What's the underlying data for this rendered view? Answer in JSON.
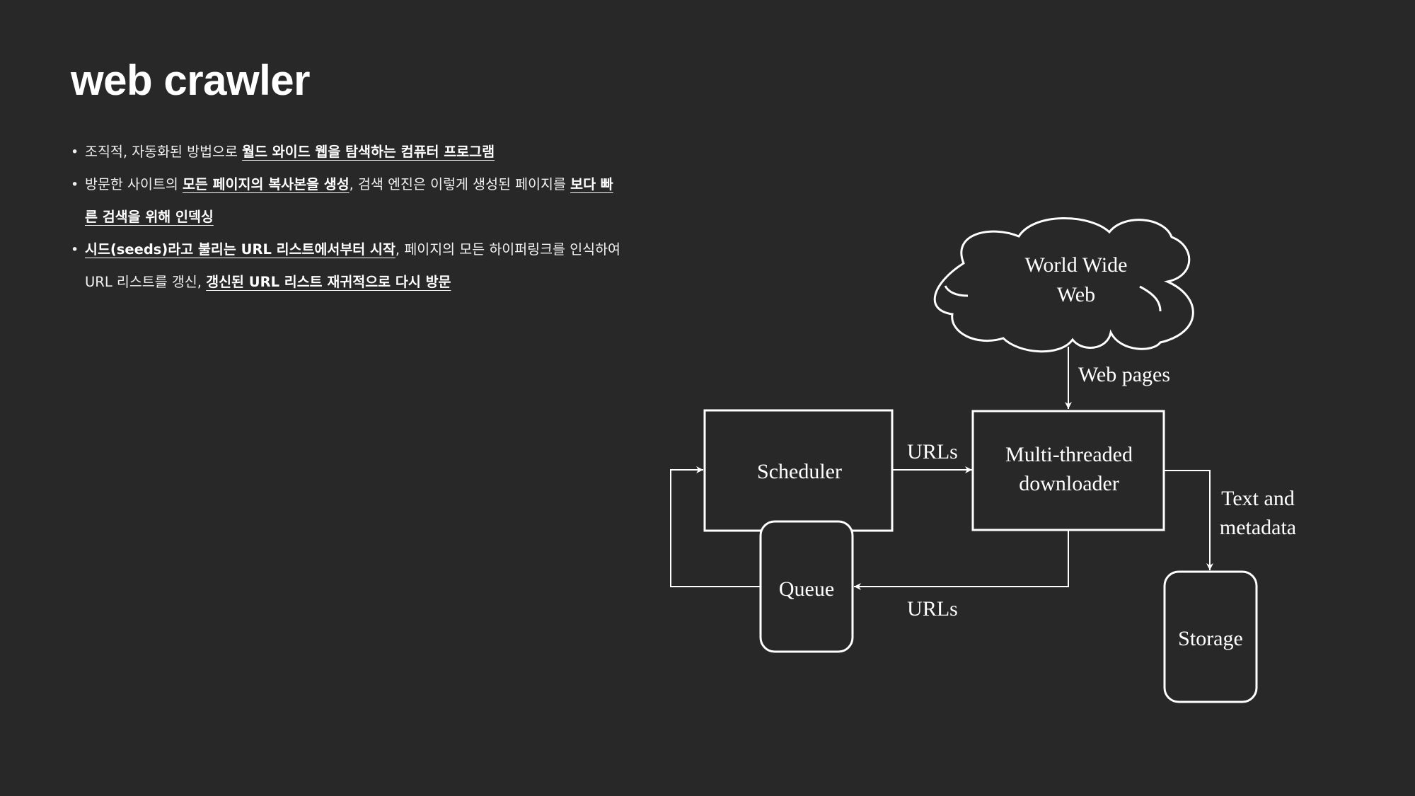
{
  "title": "web crawler",
  "bullets": [
    {
      "parts": [
        {
          "text": "조직적, 자동화된 방법으로 ",
          "bold": false
        },
        {
          "text": "월드 와이드 웹을 탐색하는 컴퓨터 프로그램",
          "bold": true
        }
      ]
    },
    {
      "parts": [
        {
          "text": "방문한 사이트의 ",
          "bold": false
        },
        {
          "text": "모든 페이지의 복사본을 생성",
          "bold": true
        },
        {
          "text": ", 검색 엔진은 이렇게 생성된 페이지를 ",
          "bold": false
        },
        {
          "text": "보다 빠른 검색을 위해 인덱싱",
          "bold": true
        }
      ]
    },
    {
      "parts": [
        {
          "text": "시드(seeds)라고 불리는 URL 리스트에서부터 시작",
          "bold": true
        },
        {
          "text": ",  페이지의 모든 하이퍼링크를 인식하여 URL 리스트를 갱신, ",
          "bold": false
        },
        {
          "text": "갱신된 URL 리스트 재귀적으로 다시 방문",
          "bold": true
        }
      ]
    }
  ],
  "diagram": {
    "cloud": {
      "line1": "World Wide",
      "line2": "Web"
    },
    "web_pages_label": "Web pages",
    "scheduler_label": "Scheduler",
    "urls_top_label": "URLs",
    "downloader": {
      "line1": "Multi-threaded",
      "line2": "downloader"
    },
    "queue_label": "Queue",
    "urls_bottom_label": "URLs",
    "text_metadata": {
      "line1": "Text and",
      "line2": "metadata"
    },
    "storage_label": "Storage"
  }
}
